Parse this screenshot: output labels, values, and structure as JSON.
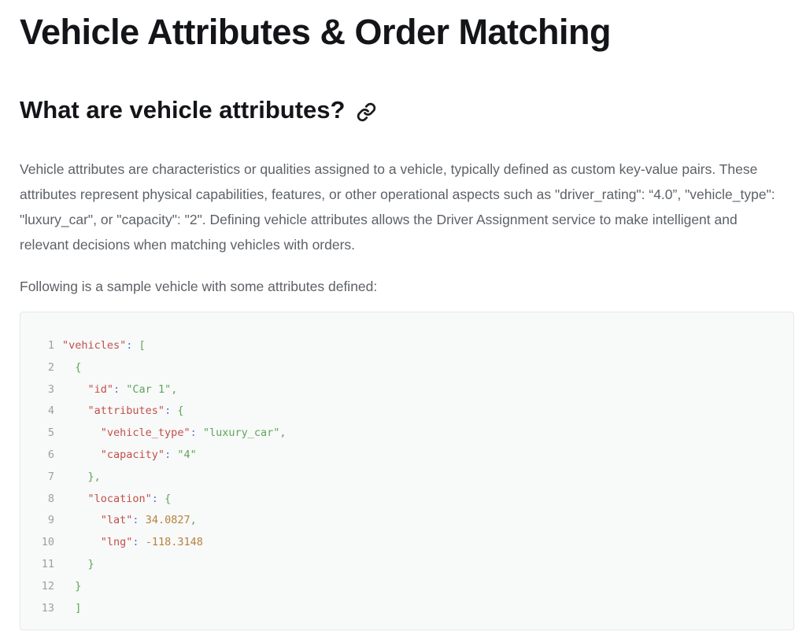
{
  "page": {
    "title": "Vehicle Attributes & Order Matching",
    "section_heading": "What are vehicle attributes?",
    "paragraph": "Vehicle attributes are characteristics or qualities assigned to a vehicle, typically defined as custom key-value pairs. These attributes represent physical capabilities, features, or other operational aspects such as \"driver_rating\": “4.0”, \"vehicle_type\": \"luxury_car\", or \"capacity\": \"2\". Defining vehicle attributes allows the Driver Assignment service to make intelligent and relevant decisions when matching vehicles with orders.",
    "lead_line": "Following is a sample vehicle with some attributes defined:"
  },
  "icons": {
    "anchor_link": "link-icon"
  },
  "code_block": {
    "language": "json",
    "colors": {
      "background": "#f8f9f9",
      "border": "#e5e7e9",
      "line_number": "#9aa0a6",
      "key": "#c15049",
      "string": "#5fa55c",
      "punct": "#5fa55c",
      "colon": "#5b74c9",
      "number": "#b5823c",
      "plain": "#55585e"
    },
    "lines": [
      {
        "number": "1",
        "tokens": [
          {
            "text": "\"vehicles\"",
            "type": "key"
          },
          {
            "text": ":",
            "type": "colon"
          },
          {
            "text": " [",
            "type": "punct"
          }
        ]
      },
      {
        "number": "2",
        "tokens": [
          {
            "text": "  {",
            "type": "punct"
          }
        ]
      },
      {
        "number": "3",
        "tokens": [
          {
            "text": "    ",
            "type": "plain"
          },
          {
            "text": "\"id\"",
            "type": "key"
          },
          {
            "text": ":",
            "type": "colon"
          },
          {
            "text": " \"Car 1\",",
            "type": "string"
          }
        ]
      },
      {
        "number": "4",
        "tokens": [
          {
            "text": "    ",
            "type": "plain"
          },
          {
            "text": "\"attributes\"",
            "type": "key"
          },
          {
            "text": ":",
            "type": "colon"
          },
          {
            "text": " {",
            "type": "punct"
          }
        ]
      },
      {
        "number": "5",
        "tokens": [
          {
            "text": "      ",
            "type": "plain"
          },
          {
            "text": "\"vehicle_type\"",
            "type": "key"
          },
          {
            "text": ":",
            "type": "colon"
          },
          {
            "text": " \"luxury_car\",",
            "type": "string"
          }
        ]
      },
      {
        "number": "6",
        "tokens": [
          {
            "text": "      ",
            "type": "plain"
          },
          {
            "text": "\"capacity\"",
            "type": "key"
          },
          {
            "text": ":",
            "type": "colon"
          },
          {
            "text": " \"4\"",
            "type": "string"
          }
        ]
      },
      {
        "number": "7",
        "tokens": [
          {
            "text": "    },",
            "type": "punct"
          }
        ]
      },
      {
        "number": "8",
        "tokens": [
          {
            "text": "    ",
            "type": "plain"
          },
          {
            "text": "\"location\"",
            "type": "key"
          },
          {
            "text": ":",
            "type": "colon"
          },
          {
            "text": " {",
            "type": "punct"
          }
        ]
      },
      {
        "number": "9",
        "tokens": [
          {
            "text": "      ",
            "type": "plain"
          },
          {
            "text": "\"lat\"",
            "type": "key"
          },
          {
            "text": ":",
            "type": "colon"
          },
          {
            "text": " 34.0827",
            "type": "number"
          },
          {
            "text": ",",
            "type": "punct"
          }
        ]
      },
      {
        "number": "10",
        "tokens": [
          {
            "text": "      ",
            "type": "plain"
          },
          {
            "text": "\"lng\"",
            "type": "key"
          },
          {
            "text": ":",
            "type": "colon"
          },
          {
            "text": " -118.3148",
            "type": "number"
          }
        ]
      },
      {
        "number": "11",
        "tokens": [
          {
            "text": "    }",
            "type": "punct"
          }
        ]
      },
      {
        "number": "12",
        "tokens": [
          {
            "text": "  }",
            "type": "punct"
          }
        ]
      },
      {
        "number": "13",
        "tokens": [
          {
            "text": "  ]",
            "type": "punct"
          }
        ]
      }
    ]
  }
}
